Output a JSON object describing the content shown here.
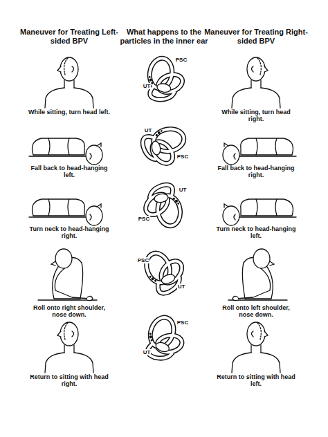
{
  "diagram": {
    "labels": [
      "Maneuver for Treating Left-sided BPV",
      "What happens to the particles in the inner ear",
      "Maneuver for Treating Right-sided BPV",
      "While sitting, turn head left.",
      "PSC",
      "UT",
      "While sitting, turn head right.",
      "Fall back to head-hanging left.",
      "UT",
      "PSC",
      "Fall back to head-hanging right.",
      "Turn neck to head-hanging right.",
      "UT",
      "PSC",
      "Turn neck to head-hanging left.",
      "Roll onto right shoulder, nose down.",
      "PSC",
      "UT",
      "Roll onto left shoulder, nose down.",
      "Return to sitting with head right.",
      "PSC",
      "UT",
      "Return to sitting with head left."
    ]
  }
}
